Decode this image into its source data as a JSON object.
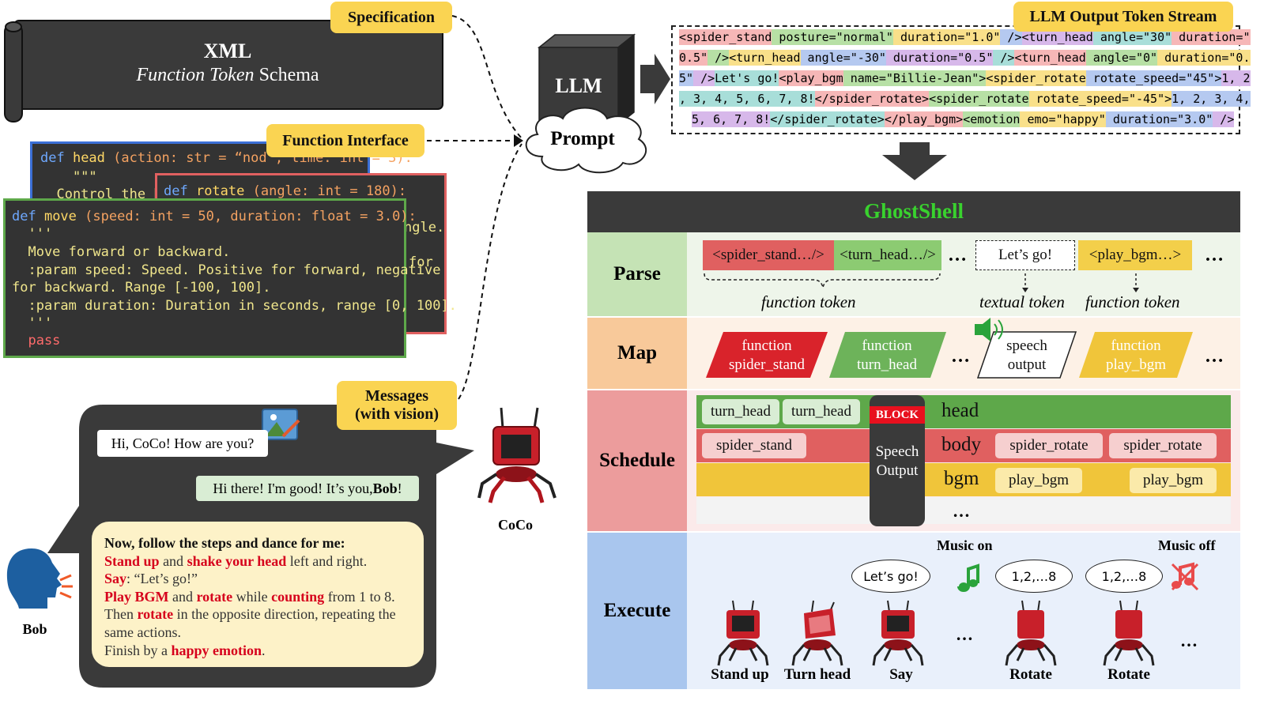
{
  "colors": {
    "yellow_tag": "#fad452",
    "dark": "#3a3a3a",
    "green": "#5ea84a",
    "red": "#e06060",
    "gold": "#f0c53a",
    "parse_bg": "#c5e3b5",
    "map_bg": "#f8c99a",
    "schedule_bg": "#ec9c9c",
    "execute_bg": "#a9c6ee"
  },
  "spec": {
    "tag": "Specification",
    "title": "XML",
    "subtitle_italic": "Function Token",
    "subtitle_rest": " Schema"
  },
  "fi": {
    "tag": "Function Interface"
  },
  "code_blue": {
    "l1_def": "def ",
    "l1_fn": "head",
    "l1_rest": " (action: str = “nod”, time: int = 3):",
    "l2": "    \"\"\"",
    "l3": "  Control the he"
  },
  "code_red": {
    "l1_def": "def ",
    "l1_fn": "rotate",
    "l1_rest": " (angle: int = 180):",
    "frag1": "ngle.",
    "frag2": "for"
  },
  "code_green": {
    "l1_def": "def ",
    "l1_fn": "move",
    "l1_rest": " (speed: int = 50, duration: float = 3.0):",
    "l2": "  '''",
    "l3": "  Move forward or backward.",
    "l4": "  :param speed: Speed. Positive for forward, negative",
    "l5": "for backward. Range [-100, 100].",
    "l6": "  :param duration: Duration in seconds, range [0, 100].",
    "l7": "  '''",
    "l8": "  pass"
  },
  "llm": {
    "label": "LLM",
    "prompt": "Prompt"
  },
  "stream": {
    "tag": "LLM Output Token Stream"
  },
  "messages": {
    "tag_line1": "Messages",
    "tag_line2": "(with vision)",
    "user1": "Hi, CoCo! How are you?",
    "bot1_a": "Hi there! I'm good! It’s you, ",
    "bot1_b": "Bob",
    "bot1_c": "!",
    "instr_title": "Now, follow the steps and dance for me:",
    "i1_a": "Stand up",
    "i1_b": " and ",
    "i1_c": "shake your head",
    "i1_d": " left and right.",
    "i2_a": "Say",
    "i2_b": ": “Let’s go!”",
    "i3_a": "Play BGM",
    "i3_b": " and ",
    "i3_c": "rotate",
    "i3_d": " while ",
    "i3_e": "counting",
    "i3_f": " from 1 to 8.",
    "i4_a": "Then ",
    "i4_b": "rotate",
    "i4_c": " in the opposite direction, repeating the",
    "i5": "same actions.",
    "i6_a": "Finish by a ",
    "i6_b": "happy emotion",
    "i6_c": "."
  },
  "people": {
    "bob": "Bob",
    "coco": "CoCo"
  },
  "ghostshell": {
    "title": "GhostShell",
    "rows": {
      "parse": "Parse",
      "map": "Map",
      "schedule": "Schedule",
      "execute": "Execute"
    }
  },
  "parse": {
    "tok1": "<spider_stand…/>",
    "tok2": "<turn_head…/>",
    "dots": "…",
    "text_tok": "Let’s go!",
    "tok3": "<play_bgm…>",
    "lbl1": "function token",
    "lbl2": "textual token",
    "lbl3": "function token"
  },
  "map": {
    "m1a": "function",
    "m1b": "spider_stand",
    "m2a": "function",
    "m2b": "turn_head",
    "m3a": "speech",
    "m3b": "output",
    "m4a": "function",
    "m4b": "play_bgm",
    "dots": "…"
  },
  "schedule": {
    "head": "head",
    "body": "body",
    "bgm": "bgm",
    "block": "BLOCK",
    "speech1": "Speech",
    "speech2": "Output",
    "th1": "turn_head",
    "th2": "turn_head",
    "ss": "spider_stand",
    "sr1": "spider_rotate",
    "sr2": "spider_rotate",
    "pb1": "play_bgm",
    "pb2": "play_bgm",
    "dots": "…"
  },
  "execute": {
    "music_on": "Music on",
    "music_off": "Music off",
    "bubble1": "Let’s go!",
    "bubble2": "1,2,…8",
    "bubble3": "1,2,…8",
    "c1": "Stand up",
    "c2": "Turn head",
    "c3": "Say",
    "c4": "Rotate",
    "c5": "Rotate",
    "dots": "…"
  }
}
